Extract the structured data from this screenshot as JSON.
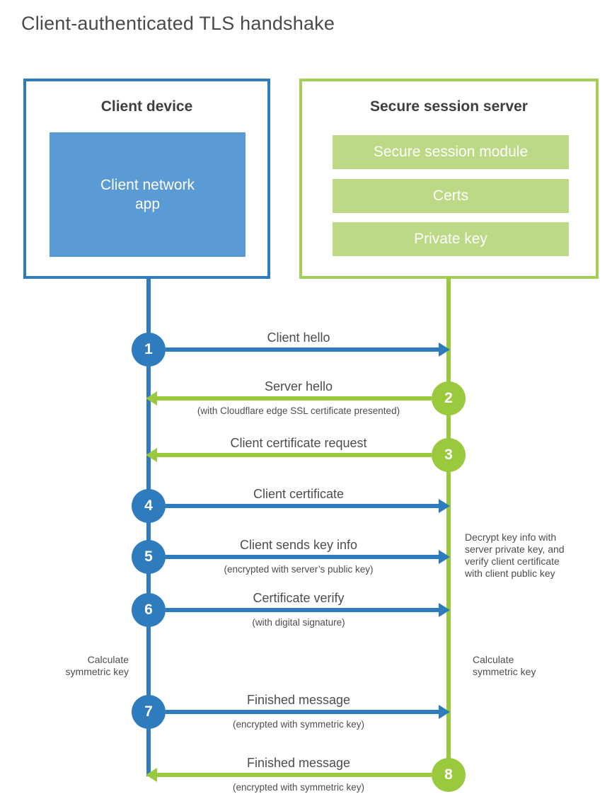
{
  "title": "Client-authenticated TLS handshake",
  "colors": {
    "blue_accent": "#2e7bbd",
    "blue_fill": "#5b9bd5",
    "green_accent": "#9bc93e",
    "green_border": "#a3ce58",
    "green_fill": "#bcd985",
    "text_dark": "#3f3f3f",
    "text_label": "#4d4d4d"
  },
  "client": {
    "title": "Client device",
    "app_label": "Client network\napp"
  },
  "server": {
    "title": "Secure session server",
    "modules": [
      "Secure session module",
      "Certs",
      "Private key"
    ]
  },
  "messages": [
    {
      "num": "1",
      "from": "client",
      "direction": "right",
      "label": "Client hello",
      "sublabel": ""
    },
    {
      "num": "2",
      "from": "server",
      "direction": "left",
      "label": "Server hello",
      "sublabel": "(with Cloudflare edge SSL certificate presented)"
    },
    {
      "num": "3",
      "from": "server",
      "direction": "left",
      "label": "Client certificate request",
      "sublabel": ""
    },
    {
      "num": "4",
      "from": "client",
      "direction": "right",
      "label": "Client certificate",
      "sublabel": ""
    },
    {
      "num": "5",
      "from": "client",
      "direction": "right",
      "label": "Client sends key info",
      "sublabel": "(encrypted with server’s public key)"
    },
    {
      "num": "6",
      "from": "client",
      "direction": "right",
      "label": "Certificate verify",
      "sublabel": "(with digital signature)"
    },
    {
      "num": "7",
      "from": "client",
      "direction": "right",
      "label": "Finished message",
      "sublabel": "(encrypted with symmetric key)"
    },
    {
      "num": "8",
      "from": "server",
      "direction": "left",
      "label": "Finished message",
      "sublabel": "(encrypted with symmetric key)"
    }
  ],
  "annotations": {
    "decrypt_note": "Decrypt key info with\nserver private key, and\nverify client certificate\nwith client public key",
    "calculate_left": "Calculate\nsymmetric key",
    "calculate_right": "Calculate\nsymmetric key"
  }
}
